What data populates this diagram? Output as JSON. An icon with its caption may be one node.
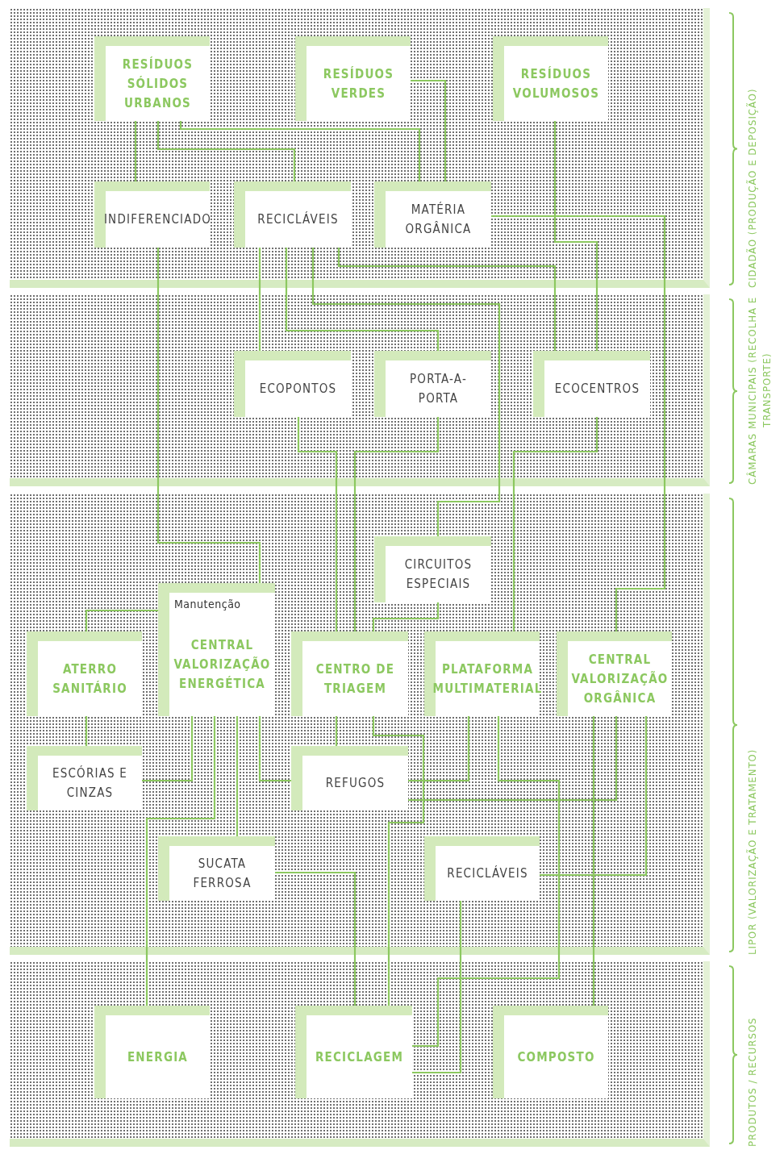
{
  "diagram": {
    "nodes": [
      {
        "text": [
          "CIDADÃO (PRODUÇÃO E DEPOSIÇÃO)"
        ]
      },
      {
        "text": [
          "RESÍDUOS SÓLIDOS URBANOS"
        ],
        "in": 0
      },
      {
        "text": [
          "RESÍDUOS VERDES"
        ],
        "in": 0
      },
      {
        "text": [
          "RESÍDUOS VOLUMOSOS"
        ],
        "in": 0
      },
      {
        "text": [
          "INDIFERENCIADO"
        ],
        "in": 0
      },
      {
        "text": [
          "RECICLÁVEIS"
        ],
        "in": 0
      },
      {
        "text": [
          "MATÉRIA ORGÂNICA"
        ],
        "in": 0
      },
      {
        "text": [
          "CÂMARAS MUNICIPAIS (RECOLHA E TRANSPORTE)"
        ]
      },
      {
        "text": [
          "ECOPONTOS"
        ],
        "in": 7
      },
      {
        "text": [
          "PORTA-A-PORTA"
        ],
        "in": 7
      },
      {
        "text": [
          "ECOCENTROS"
        ],
        "in": 7
      },
      {
        "text": [
          "LIPOR (VALORIZAÇÃO E TRATAMENTO)"
        ]
      },
      {
        "text": [
          "CIRCUITOS ESPECIAIS"
        ],
        "in": 11
      },
      {
        "text": [
          "ATERRO SANITÁRIO"
        ],
        "in": 11
      },
      {
        "text": [
          "Manutenção",
          "CENTRAL VALORIZAÇÃO ENERGÉTICA"
        ],
        "in": 11
      },
      {
        "text": [
          "CENTRO DE TRIAGEM"
        ],
        "in": 11
      },
      {
        "text": [
          "PLATAFORMA MULTIMATERIAL"
        ],
        "in": 11
      },
      {
        "text": [
          "CENTRAL VALORIZAÇÃO ORGÂNICA"
        ],
        "in": 11
      },
      {
        "text": [
          "ESCÓRIAS E CINZAS"
        ],
        "in": 11
      },
      {
        "text": [
          "REFUGOS"
        ],
        "in": 11
      },
      {
        "text": [
          "SUCATA FERROSA"
        ],
        "in": 11
      },
      {
        "text": [
          "RECICLÁVEIS"
        ],
        "in": 11
      },
      {
        "text": [
          "PRODUTOS / RECURSOS"
        ]
      },
      {
        "text": [
          "ENERGIA"
        ],
        "in": 22
      },
      {
        "text": [
          "RECICLAGEM"
        ],
        "in": 22
      },
      {
        "text": [
          "COMPOSTO"
        ],
        "in": 22
      }
    ],
    "edges": [
      {
        "from": 1,
        "to": 4,
        "arrow": "none"
      },
      {
        "from": 1,
        "to": 5,
        "arrow": "none"
      },
      {
        "from": 1,
        "to": 6,
        "arrow": "none"
      },
      {
        "from": 2,
        "to": 6,
        "arrow": "none"
      },
      {
        "from": 3,
        "to": 10,
        "arrow": "none"
      },
      {
        "from": 6,
        "to": 17,
        "arrow": "none"
      },
      {
        "from": 4,
        "to": 14,
        "arrow": "none"
      },
      {
        "from": 5,
        "to": 8,
        "arrow": "none"
      },
      {
        "from": 5,
        "to": 9,
        "arrow": "none"
      },
      {
        "from": 5,
        "to": 12,
        "arrow": "none"
      },
      {
        "from": 5,
        "to": 10,
        "arrow": "none"
      },
      {
        "from": 8,
        "to": 15,
        "arrow": "none"
      },
      {
        "from": 9,
        "to": 15,
        "arrow": "none"
      },
      {
        "from": 10,
        "to": 16,
        "arrow": "none"
      },
      {
        "from": 12,
        "to": 15,
        "arrow": "none"
      },
      {
        "from": 13,
        "to": 14,
        "arrow": "none"
      },
      {
        "from": 13,
        "to": 18,
        "arrow": "none"
      },
      {
        "from": 14,
        "to": 18,
        "arrow": "none"
      },
      {
        "from": 14,
        "to": 23,
        "arrow": "none"
      },
      {
        "from": 14,
        "to": 20,
        "arrow": "none"
      },
      {
        "from": 14,
        "to": 19,
        "arrow": "none"
      },
      {
        "from": 15,
        "to": 19,
        "arrow": "none"
      },
      {
        "from": 15,
        "to": 24,
        "arrow": "none"
      },
      {
        "from": 16,
        "to": 19,
        "arrow": "none"
      },
      {
        "from": 16,
        "to": 24,
        "arrow": "none"
      },
      {
        "from": 17,
        "to": 19,
        "arrow": "none"
      },
      {
        "from": 17,
        "to": 25,
        "arrow": "none"
      },
      {
        "from": 17,
        "to": 21,
        "arrow": "none"
      },
      {
        "from": 20,
        "to": 24,
        "arrow": "none"
      },
      {
        "from": 21,
        "to": 24,
        "arrow": "none"
      }
    ]
  }
}
